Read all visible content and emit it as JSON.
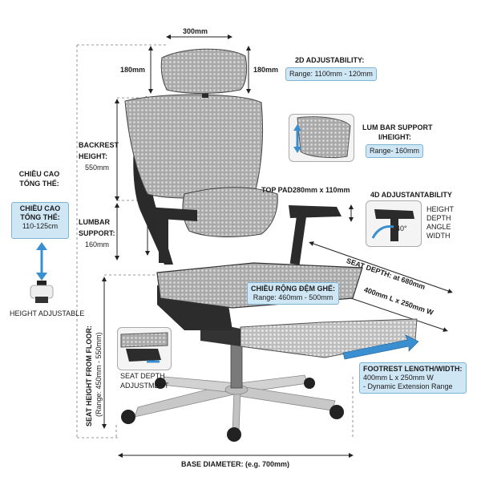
{
  "labels": {
    "top_width": "300mm",
    "headrest_left": "180mm",
    "headrest_right": "180mm",
    "adj2d_title": "2D ADJUSTABILITY:",
    "adj2d_range": "Range: 1100mm - 120mm",
    "lumbar_support_title_1": "LUM BAR SUPPORT",
    "lumbar_support_title_2": "I/HEIGHT:",
    "lumbar_support_range": "Range- 160mm",
    "backrest_height_1": "BACKREST",
    "backrest_height_2": "HEIGHT:",
    "backrest_height_3": "550mm",
    "top_pad": "TOP PAD280mm x 110mm",
    "adj4d": "4D ADJUSTANTABILITY",
    "adj4d_items": [
      "HEIGHT",
      "DEPTH",
      "ANGLE",
      "WIDTH"
    ],
    "angle": "40°",
    "total_height_1": "CHIỀU CAO",
    "total_height_2": "TỔNG THỂ:",
    "total_box_1": "CHIỀU CAO",
    "total_box_2": "TỔNG THỂ:",
    "total_box_range": "110-125cm",
    "height_adjustable": "HEIGHT ADJUSTABLE",
    "lumbar_1": "LUMBAR",
    "lumbar_2": "SUPPORT:",
    "lumbar_3": "160mm",
    "seat_depth": "SEAT DEPTH: at 680mm",
    "seat_width_title": "CHIỀU RỘNG ĐỆM GHẾ:",
    "seat_width_range": "Range: 460mm - 500mm",
    "footrest_dim": "400mm L x 250mm W",
    "seat_height": "SEAT HEIGHT FROM FLOOR:",
    "seat_height_range": "(Range: 450mm - 550mm)",
    "seat_depth_adj_1": "SEAT DEPTH",
    "seat_depth_adj_2": "ADJUSTMENT",
    "footrest_title": "FOOTREST LENGTH/WIDTH:",
    "footrest_size": "400mm L x 250mm W",
    "footrest_ext": "- Dynamic Extension Range",
    "base_diameter": "BASE DIAMETER: (e.g. 700mm)"
  },
  "colors": {
    "mesh": "#9a9a9a",
    "frame": "#2a2a2a",
    "aluminum": "#c8c8c8",
    "callout_fill": "#cfe6f5",
    "callout_border": "#7fb3d6",
    "arrow_blue": "#3a8fd0"
  }
}
